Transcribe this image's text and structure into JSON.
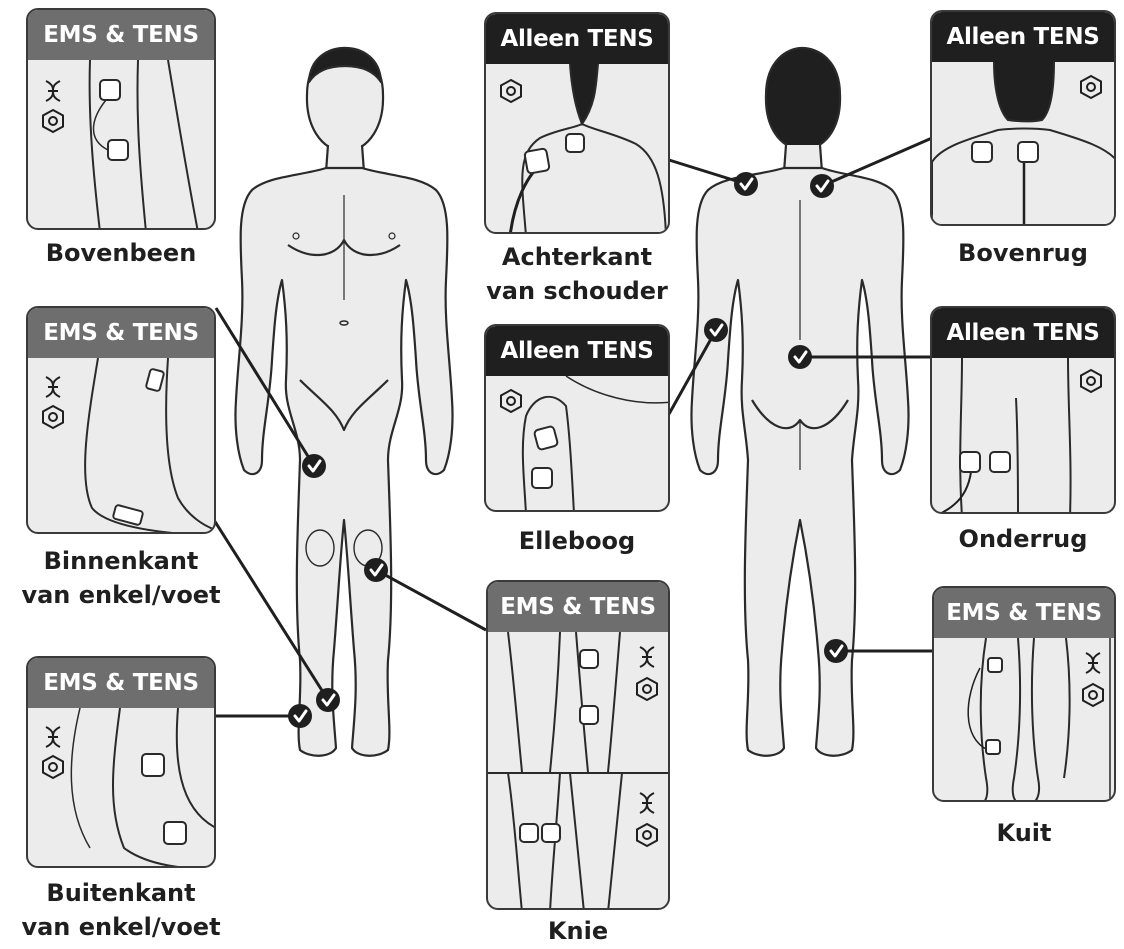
{
  "colors": {
    "ems_header": "#6e6e6e",
    "tens_header": "#1f1f1f",
    "card_fill": "#ececec",
    "outline": "#3a3a3a",
    "check_marker": "#1f1f1f"
  },
  "icons": {
    "ems_mode": "dna-twist-icon",
    "tens_mode": "hexagon-icon",
    "placement": "check-marker-icon"
  },
  "figures": [
    "front-view",
    "back-view"
  ],
  "cards": [
    {
      "id": "bovenbeen",
      "header": "EMS & TENS",
      "mode": "ems-tens",
      "caption_lines": [
        "Bovenbeen"
      ]
    },
    {
      "id": "enkel-binnen",
      "header": "EMS & TENS",
      "mode": "ems-tens",
      "caption_lines": [
        "Binnenkant",
        "van enkel/voet"
      ]
    },
    {
      "id": "enkel-buiten",
      "header": "EMS & TENS",
      "mode": "ems-tens",
      "caption_lines": [
        "Buitenkant",
        "van enkel/voet"
      ]
    },
    {
      "id": "schouder",
      "header": "Alleen TENS",
      "mode": "tens",
      "caption_lines": [
        "Achterkant",
        "van schouder"
      ]
    },
    {
      "id": "elleboog",
      "header": "Alleen TENS",
      "mode": "tens",
      "caption_lines": [
        "Elleboog"
      ]
    },
    {
      "id": "knie",
      "header": "EMS & TENS",
      "mode": "ems-tens",
      "caption_lines": [
        "Knie"
      ]
    },
    {
      "id": "bovenrug",
      "header": "Alleen TENS",
      "mode": "tens",
      "caption_lines": [
        "Bovenrug"
      ]
    },
    {
      "id": "onderrug",
      "header": "Alleen TENS",
      "mode": "tens",
      "caption_lines": [
        "Onderrug"
      ]
    },
    {
      "id": "kuit",
      "header": "EMS & TENS",
      "mode": "ems-tens",
      "caption_lines": [
        "Kuit"
      ]
    }
  ]
}
